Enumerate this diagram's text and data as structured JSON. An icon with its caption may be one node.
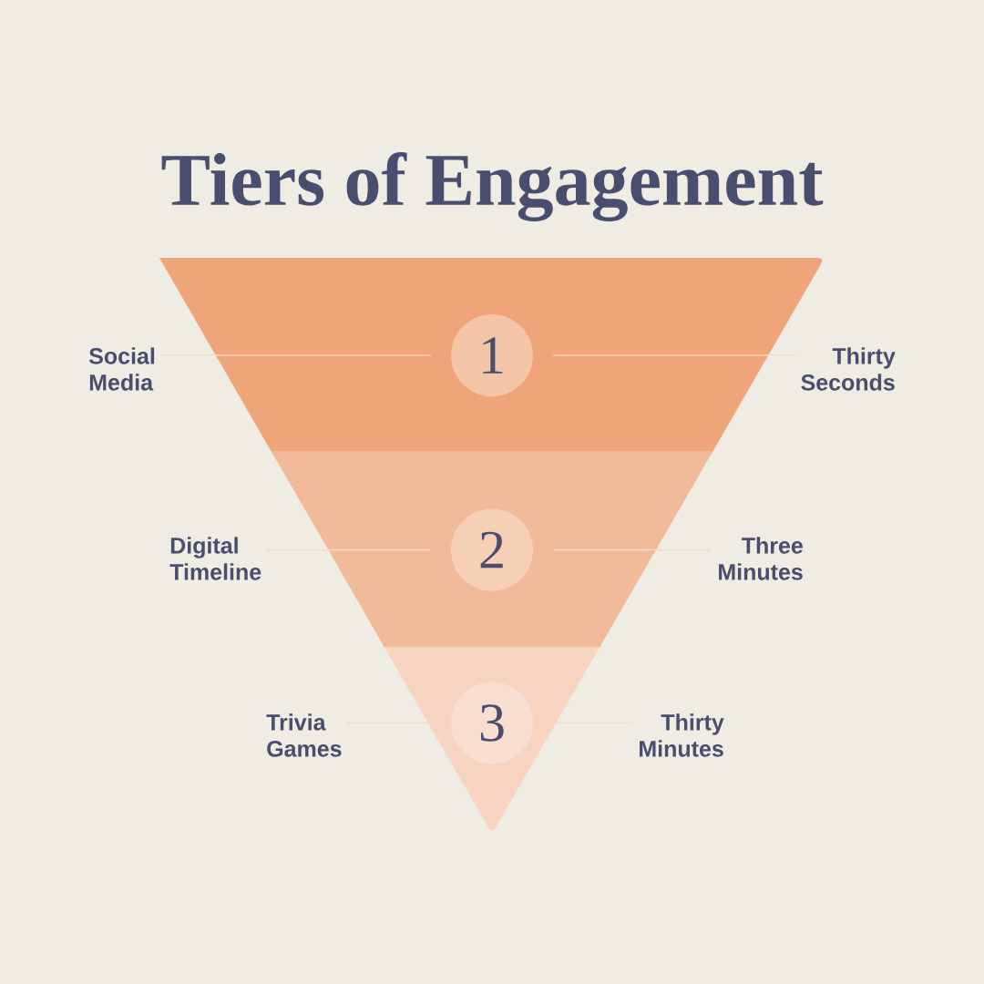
{
  "diagram": {
    "title": "Tiers of Engagement",
    "nodes": [
      {
        "text": [],
        "shape": "trapezoid"
      },
      {
        "text": [],
        "shape": "trapezoid"
      },
      {
        "text": [],
        "shape": "triangle"
      },
      {
        "text": [
          "1"
        ],
        "in": 0
      },
      {
        "text": [
          "2"
        ],
        "in": 1
      },
      {
        "text": [
          "3"
        ],
        "in": 2
      },
      {
        "text": [
          "Social Media"
        ]
      },
      {
        "text": [
          "Thirty Seconds"
        ]
      },
      {
        "text": [
          "Digital Timeline"
        ]
      },
      {
        "text": [
          "Three Minutes"
        ]
      },
      {
        "text": [
          "Trivia Games"
        ]
      },
      {
        "text": [
          "Thirty Minutes"
        ]
      }
    ],
    "edges": [
      {
        "from": 6,
        "to": 3,
        "arrow": "none"
      },
      {
        "from": 7,
        "to": 3,
        "arrow": "none"
      },
      {
        "from": 8,
        "to": 4,
        "arrow": "none"
      },
      {
        "from": 9,
        "to": 4,
        "arrow": "none"
      },
      {
        "from": 10,
        "to": 5,
        "arrow": "none"
      },
      {
        "from": 11,
        "to": 5,
        "arrow": "none"
      }
    ]
  }
}
